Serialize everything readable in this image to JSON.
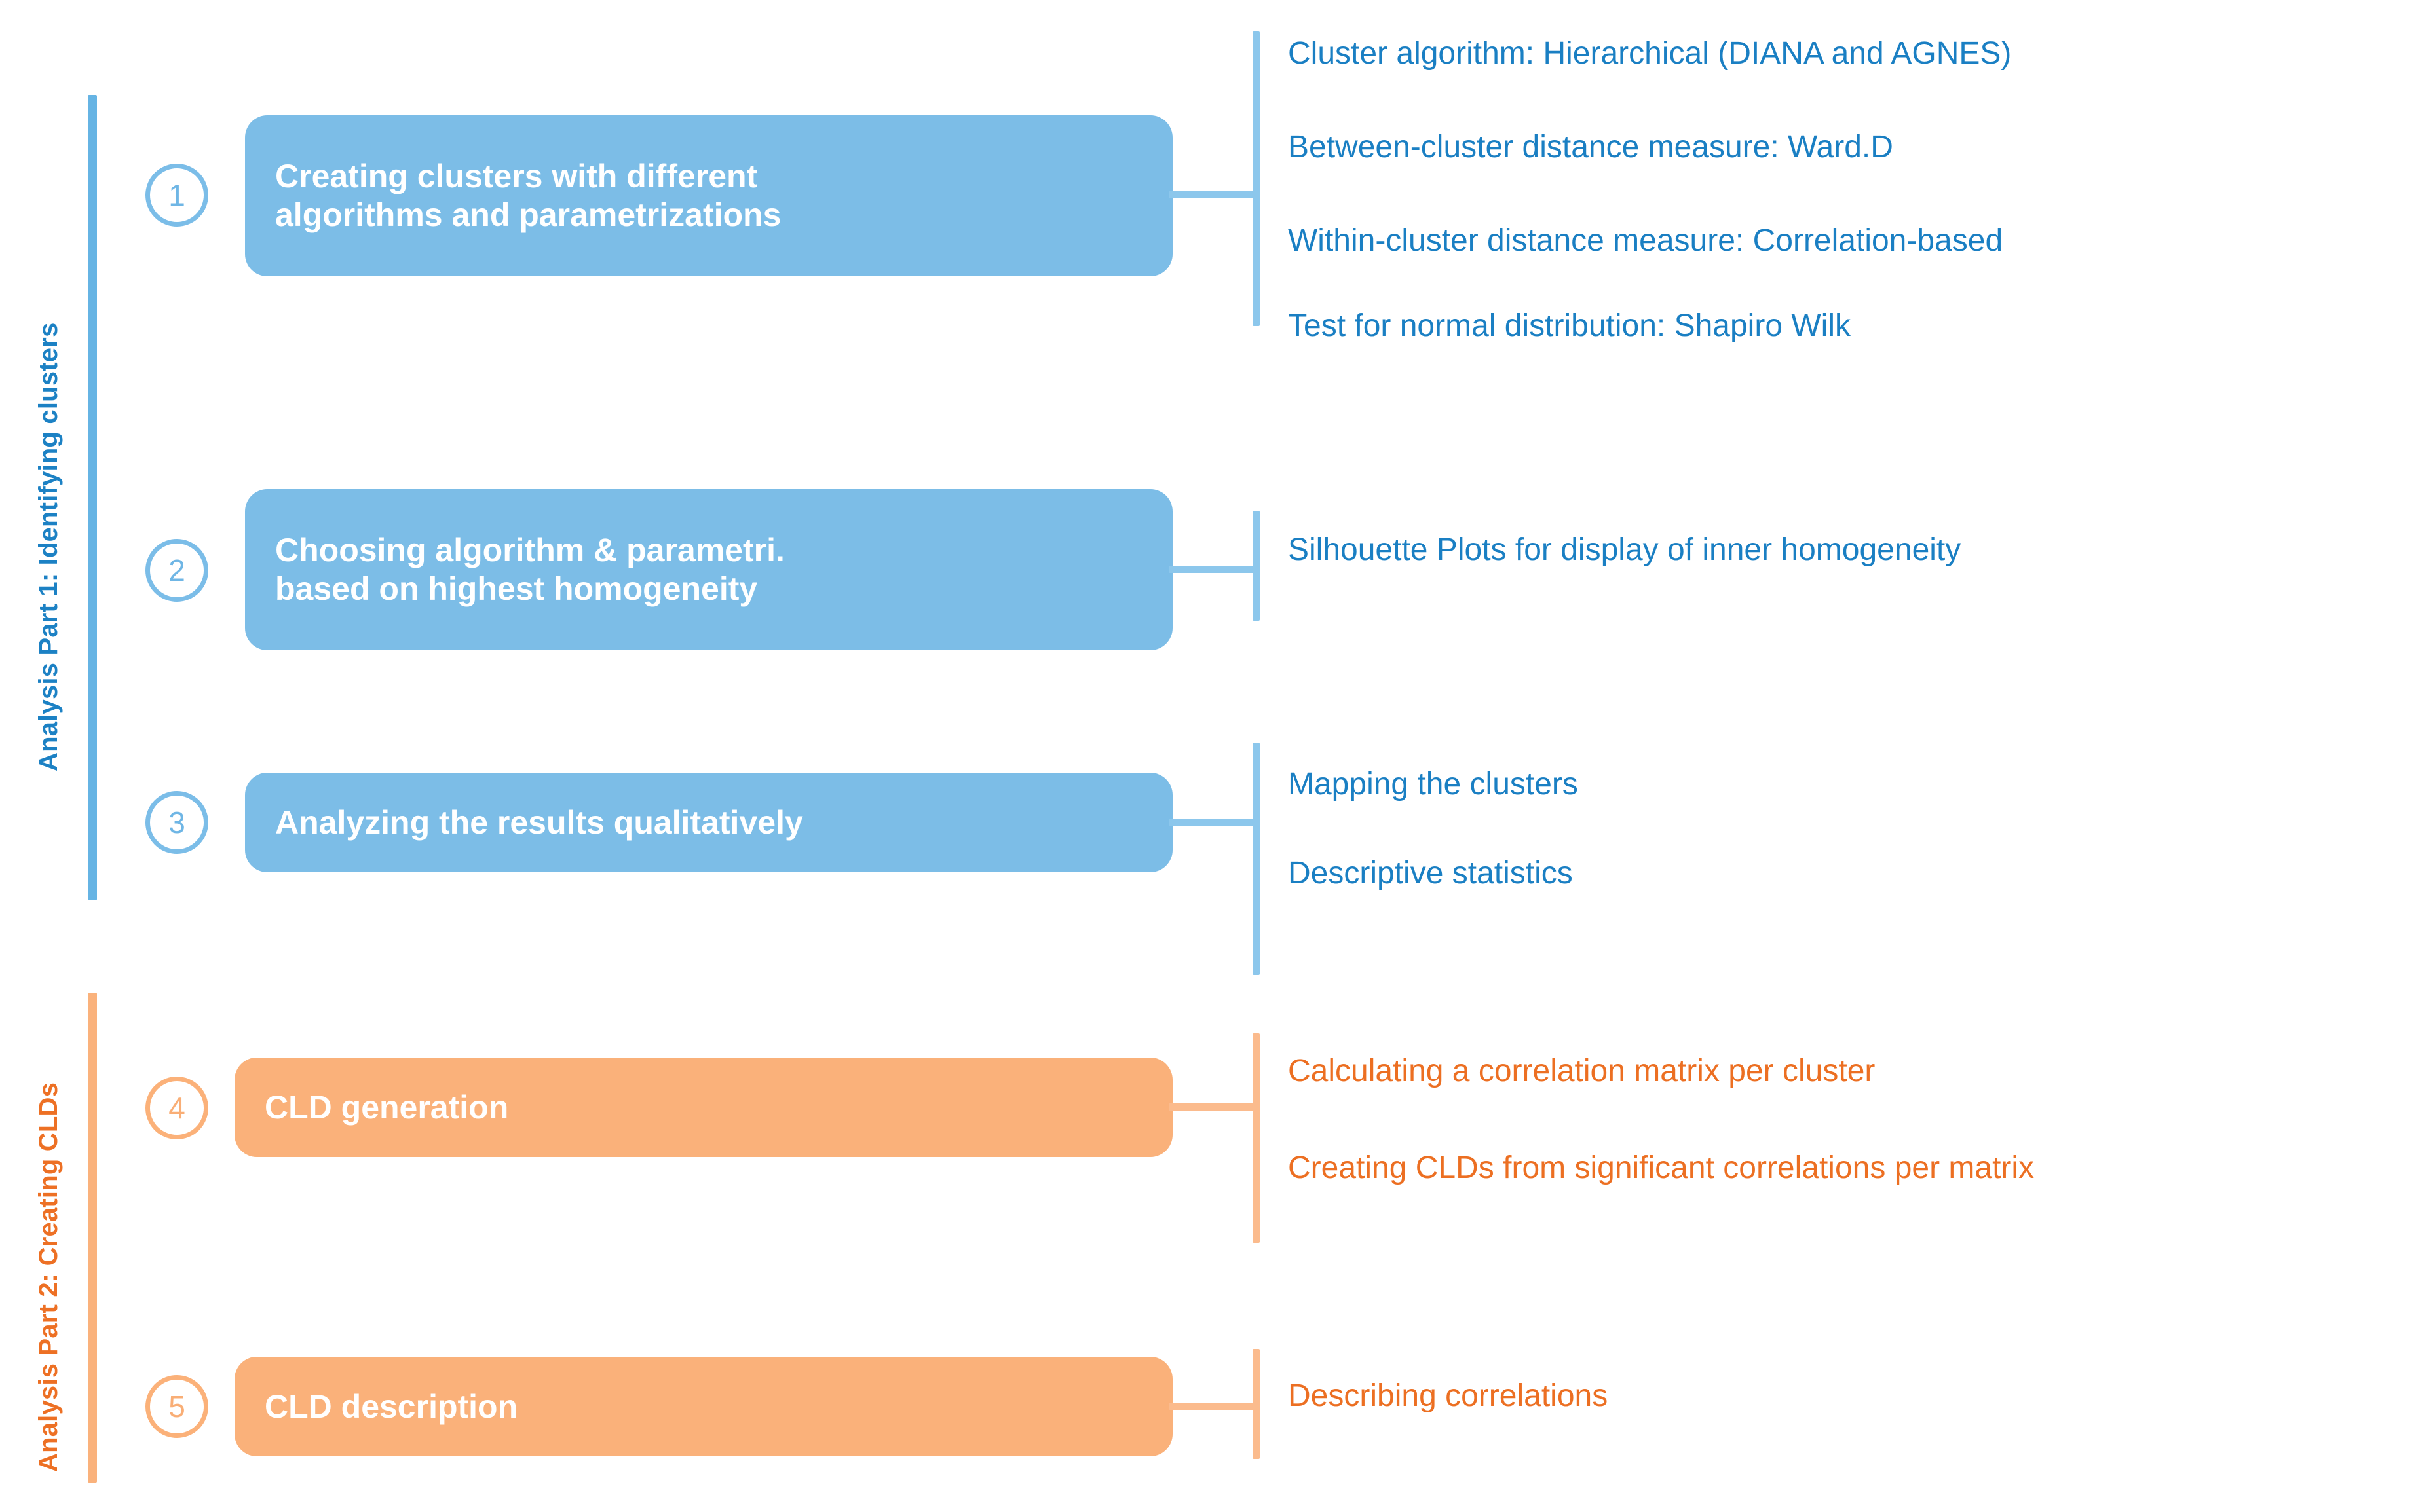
{
  "diagram": {
    "title_implicit": "Analysis workflow",
    "colors": {
      "blue_box": "#7CBDE7",
      "blue_text": "#1A7FC3",
      "blue_connector": "#8CC7EC",
      "blue_bracket": "#66B4E4",
      "orange_box": "#FAB17A",
      "orange_text": "#EC6F22",
      "orange_connector": "#FBBB8D",
      "orange_bracket": "#FAB27C",
      "box_label_text": "#FFFFFF"
    }
  },
  "sections": [
    {
      "id": "part1",
      "label": "Analysis Part 1: Identifying clusters",
      "accent": "blue"
    },
    {
      "id": "part2",
      "label": "Analysis Part 2: Creating CLDs",
      "accent": "orange"
    }
  ],
  "steps": [
    {
      "number": "1",
      "accent": "blue",
      "title_line1": "Creating clusters with different",
      "title_line2": "algorithms and parametrizations",
      "details": [
        "Cluster algorithm: Hierarchical (DIANA and AGNES)",
        "Between-cluster distance measure: Ward.D",
        "Within-cluster distance measure: Correlation-based",
        "Test for normal distribution: Shapiro Wilk"
      ]
    },
    {
      "number": "2",
      "accent": "blue",
      "title_line1": "Choosing algorithm & parametri.",
      "title_line2": "based on highest homogeneity",
      "details": [
        "Silhouette Plots for display of inner homogeneity"
      ]
    },
    {
      "number": "3",
      "accent": "blue",
      "title_line1": "Analyzing the results qualitatively",
      "title_line2": "",
      "details": [
        "Mapping the clusters",
        "Descriptive statistics"
      ]
    },
    {
      "number": "4",
      "accent": "orange",
      "title_line1": "CLD generation",
      "title_line2": "",
      "details": [
        "Calculating a correlation matrix per cluster",
        "Creating CLDs from significant correlations per matrix"
      ]
    },
    {
      "number": "5",
      "accent": "orange",
      "title_line1": "CLD description",
      "title_line2": "",
      "details": [
        "Describing correlations"
      ]
    }
  ]
}
